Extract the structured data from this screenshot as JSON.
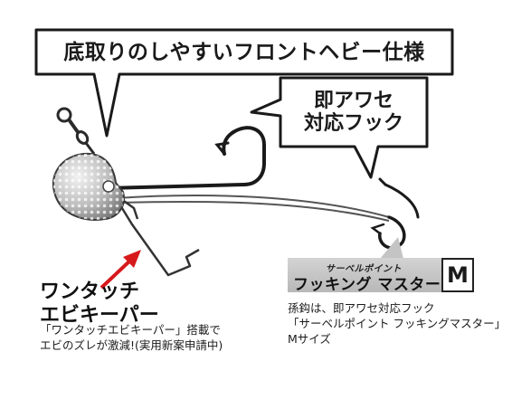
{
  "callouts": {
    "top_bubble": "底取りのしやすいフロントヘビー仕様",
    "hook_bubble_line1": "即アワセ",
    "hook_bubble_line2": "対応フック"
  },
  "product_label": {
    "brand": "サーベルポイント",
    "name": "フッキング マスター",
    "size": "M"
  },
  "hook_note": {
    "line1": "孫鈎は、即アワセ対応フック",
    "line2": "「サーベルポイント フッキングマスター」",
    "line3": "Mサイズ"
  },
  "keeper": {
    "title_line1": "ワンタッチ",
    "title_line2": "エビキーパー",
    "note_line1": "「ワンタッチエビキーパー」搭載で",
    "note_line2": "エビのズレが激減!(実用新案申請中)"
  },
  "colors": {
    "outline": "#1a1a1a",
    "arrow": "#d7191c",
    "label_gray": "#c4c4c4"
  }
}
